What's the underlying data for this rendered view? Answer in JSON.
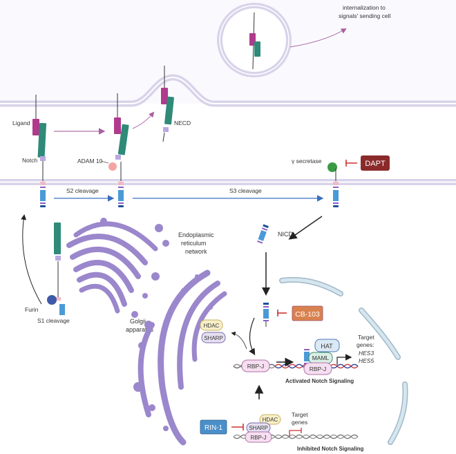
{
  "labels": {
    "internalization_1": "internalization to",
    "internalization_2": "signals' sending cell",
    "ligand": "Ligand",
    "notch": "Notch",
    "adam10": "ADAM 10",
    "necd": "NECD",
    "gamma_secretase": "γ secretase",
    "s2": "S2 cleavage",
    "s3": "S3 cleavage",
    "nicd": "NICD",
    "furin": "Furin",
    "s1": "S1 cleavage",
    "golgi_1": "Golgii",
    "golgi_2": "apparatus",
    "er_1": "Endoplasmic",
    "er_2": "reticulum",
    "er_3": "network",
    "hdac": "HDAC",
    "sharp": "SHARP",
    "rbpj": "RBP-J",
    "hat": "HAT",
    "maml": "MAML",
    "target_genes_1": "Target",
    "target_genes_2": "genes:",
    "hes3": "HES3",
    "hes5": "HES5",
    "activated": "Activated Notch Signaling",
    "inhibited": "Inhibited Notch Signaling",
    "target_1": "Target",
    "target_2": "genes"
  },
  "inhibitors": {
    "dapt": "DAPT",
    "cb103": "CB-103",
    "rin1": "RIN-1"
  },
  "colors": {
    "membrane": "#d9d3ea",
    "ligand": "#b03a8c",
    "notch": "#2f8a78",
    "icd": "#4a9ad6",
    "organelle": "#9b87cc",
    "nucleus": "#c7dde9",
    "dapt": "#8b2a2a",
    "cb103": "#d9824f",
    "rin1": "#4a8fc9",
    "inhibit": "#cc3333"
  }
}
